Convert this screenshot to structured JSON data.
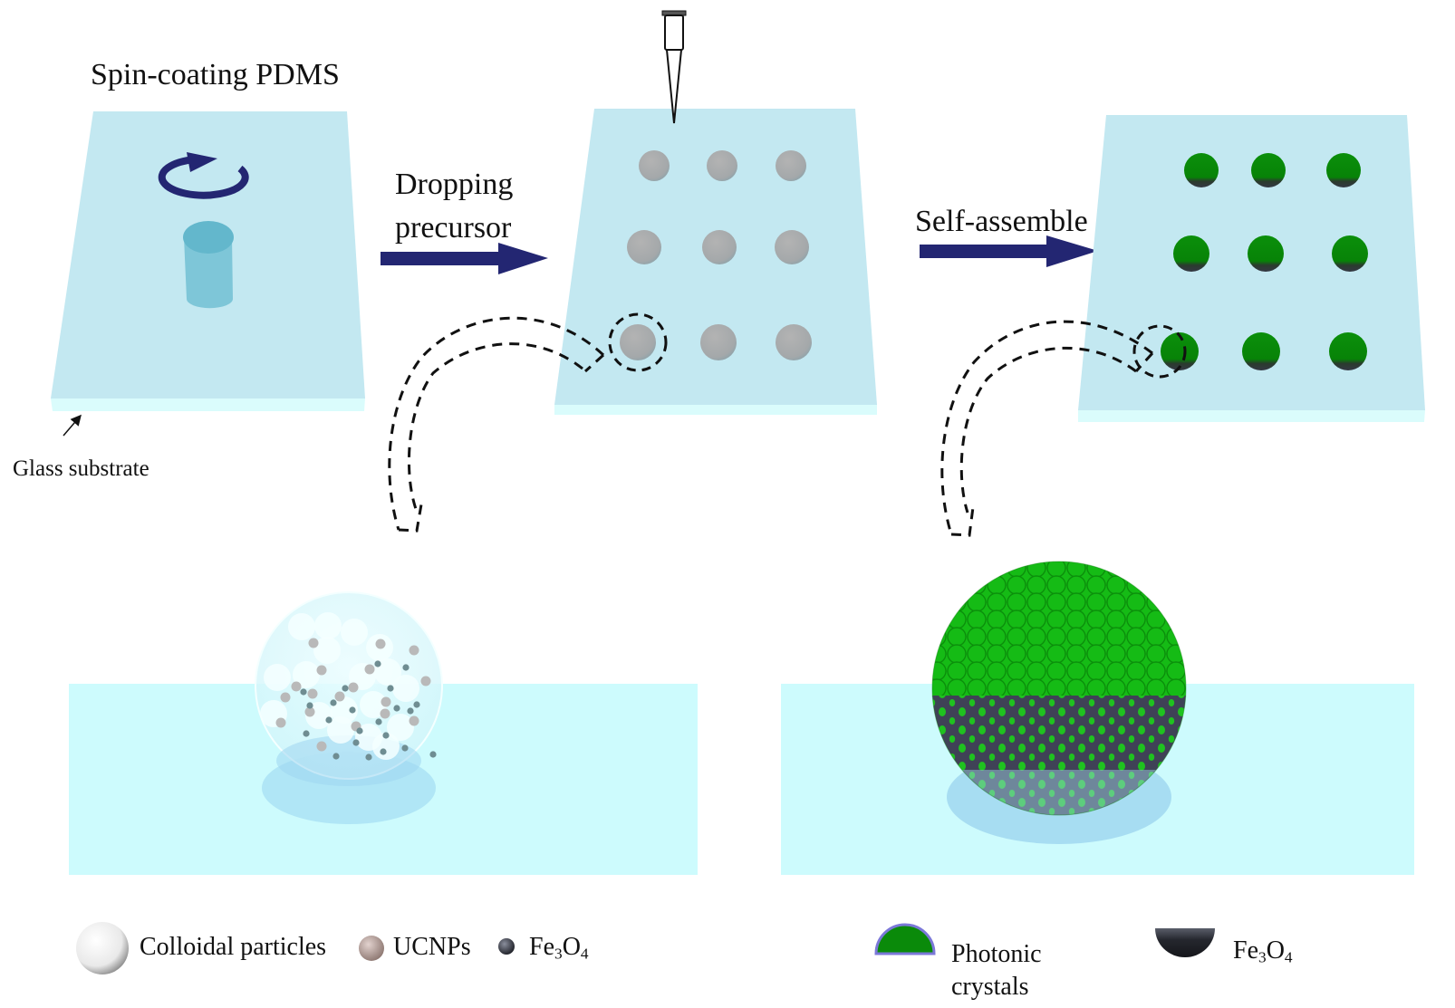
{
  "steps": {
    "spin_coating": {
      "label": "Spin-coating PDMS"
    },
    "glass_substrate": {
      "label": "Glass substrate"
    },
    "dropping": {
      "line1": "Dropping",
      "line2": "precursor"
    },
    "self_assemble": {
      "label": "Self-assemble"
    }
  },
  "arrays": {
    "droplets_grid": {
      "rows": 3,
      "cols": 3,
      "color": "#a9adaf"
    },
    "photonic_grid": {
      "rows": 3,
      "cols": 3,
      "color": "#0f8a10"
    }
  },
  "legend_left": [
    {
      "icon": "colloidal-particle-icon",
      "label": "Colloidal particles",
      "color": "#f2f2f2"
    },
    {
      "icon": "ucnp-icon",
      "label": "UCNPs",
      "color": "#b49a94"
    },
    {
      "icon": "fe3o4-particle-icon",
      "label_main": "Fe",
      "sub1": "3",
      "label_mid": "O",
      "sub2": "4",
      "color": "#2a2d36"
    }
  ],
  "legend_right": [
    {
      "icon": "photonic-crystal-icon",
      "line1": "Photonic",
      "line2": "crystals",
      "color": "#0a8a0a",
      "border": "#7b78d8"
    },
    {
      "icon": "fe3o4-hemisphere-icon",
      "label_main": "Fe",
      "sub1": "3",
      "label_mid": "O",
      "sub2": "4",
      "color": "#22242b"
    }
  ],
  "colors": {
    "substrate": "#c3e8f1",
    "substrate_edge": "#dafcfc",
    "bottom_panel": "#cdfbfd",
    "arrow": "#232672",
    "green": "#12b012",
    "dark_band": "#3e4154"
  }
}
